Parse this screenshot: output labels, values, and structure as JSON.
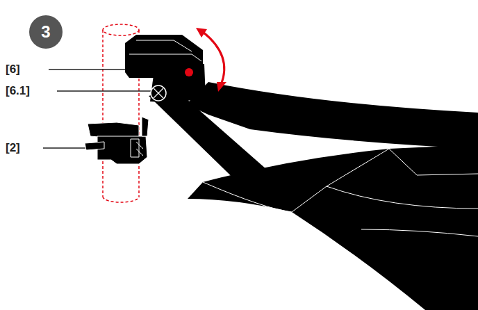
{
  "diagram": {
    "nodes": [
      {
        "text": [
          "3"
        ]
      }
    ],
    "labels": [
      "[6]",
      "[6.1]",
      "[2]"
    ]
  }
}
